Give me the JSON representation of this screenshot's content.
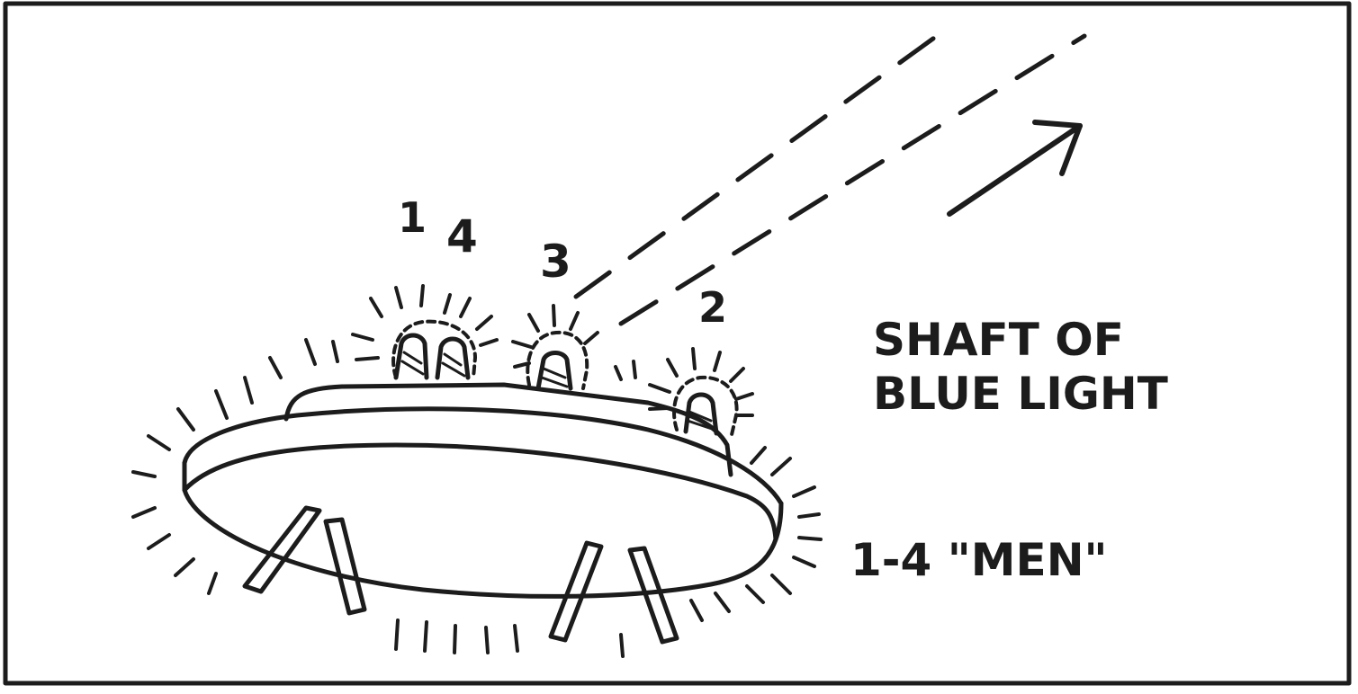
{
  "labels": {
    "figure_1": "1",
    "figure_4": "4",
    "figure_3": "3",
    "figure_2": "2",
    "shaft_line1": "SHAFT OF",
    "shaft_line2": "BLUE LIGHT",
    "men_caption": "1-4 \"MEN\""
  },
  "colors": {
    "ink": "#1c1c1c",
    "paper": "#ffffff"
  }
}
